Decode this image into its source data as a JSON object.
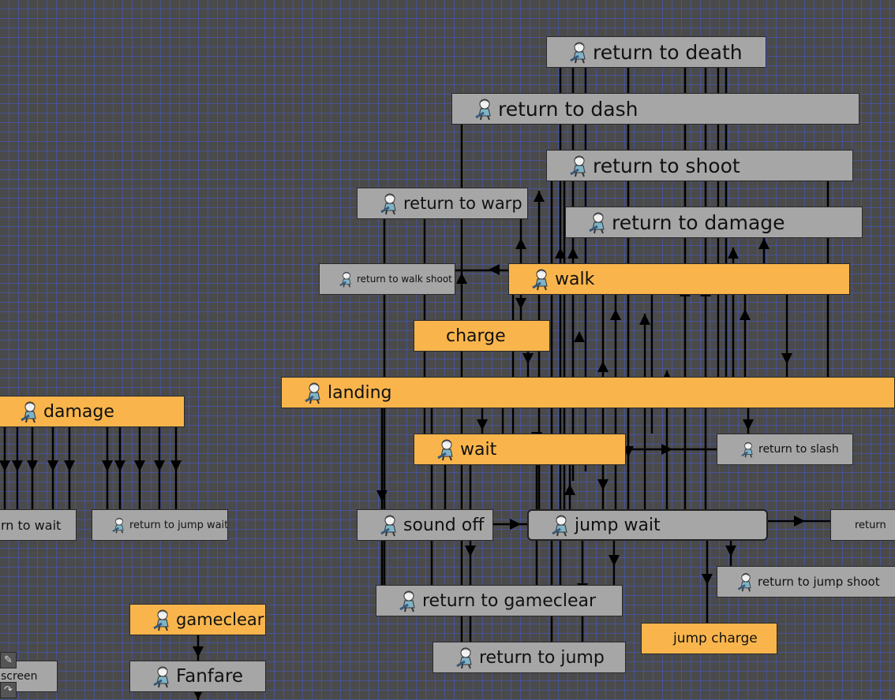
{
  "nodes": [
    {
      "id": "return-to-death",
      "label": "return to death",
      "style": "gray"
    },
    {
      "id": "return-to-dash",
      "label": "return to dash",
      "style": "gray"
    },
    {
      "id": "return-to-shoot",
      "label": "return to shoot",
      "style": "gray"
    },
    {
      "id": "return-to-warp",
      "label": "return to warp",
      "style": "gray"
    },
    {
      "id": "return-to-damage",
      "label": "return to damage",
      "style": "gray"
    },
    {
      "id": "return-to-walk-shoot",
      "label": "return to walk shoot",
      "style": "gray"
    },
    {
      "id": "walk",
      "label": "walk",
      "style": "orange"
    },
    {
      "id": "charge",
      "label": "charge",
      "style": "orange"
    },
    {
      "id": "landing",
      "label": "landing",
      "style": "orange"
    },
    {
      "id": "damage",
      "label": "damage",
      "style": "orange"
    },
    {
      "id": "wait",
      "label": "wait",
      "style": "orange"
    },
    {
      "id": "return-to-slash",
      "label": "return to slash",
      "style": "gray"
    },
    {
      "id": "return-to-wait",
      "label": "rn to wait",
      "style": "gray"
    },
    {
      "id": "return-to-jump-wait",
      "label": "return to jump wait",
      "style": "gray"
    },
    {
      "id": "sound-off",
      "label": "sound off",
      "style": "gray"
    },
    {
      "id": "jump-wait",
      "label": "jump wait",
      "style": "gray"
    },
    {
      "id": "return-partial",
      "label": "return",
      "style": "gray"
    },
    {
      "id": "return-to-jump-shoot",
      "label": "return to jump shoot",
      "style": "gray"
    },
    {
      "id": "return-to-gameclear",
      "label": "return to gameclear",
      "style": "gray"
    },
    {
      "id": "gameclear",
      "label": "gameclear",
      "style": "orange"
    },
    {
      "id": "jump-charge",
      "label": "jump charge",
      "style": "orange"
    },
    {
      "id": "return-to-jump",
      "label": "return to jump",
      "style": "gray"
    },
    {
      "id": "screen",
      "label": "screen",
      "style": "gray"
    },
    {
      "id": "fanfare",
      "label": "Fanfare",
      "style": "gray"
    }
  ],
  "colors": {
    "background": "#4a4a4a",
    "grid": "#4658d2",
    "node_gray": "#a6a6a6",
    "node_orange": "#f9b54c",
    "wire": "#000000"
  },
  "tools": [
    {
      "id": "pen",
      "icon": "pen-icon"
    },
    {
      "id": "curve",
      "icon": "curve-icon"
    }
  ]
}
